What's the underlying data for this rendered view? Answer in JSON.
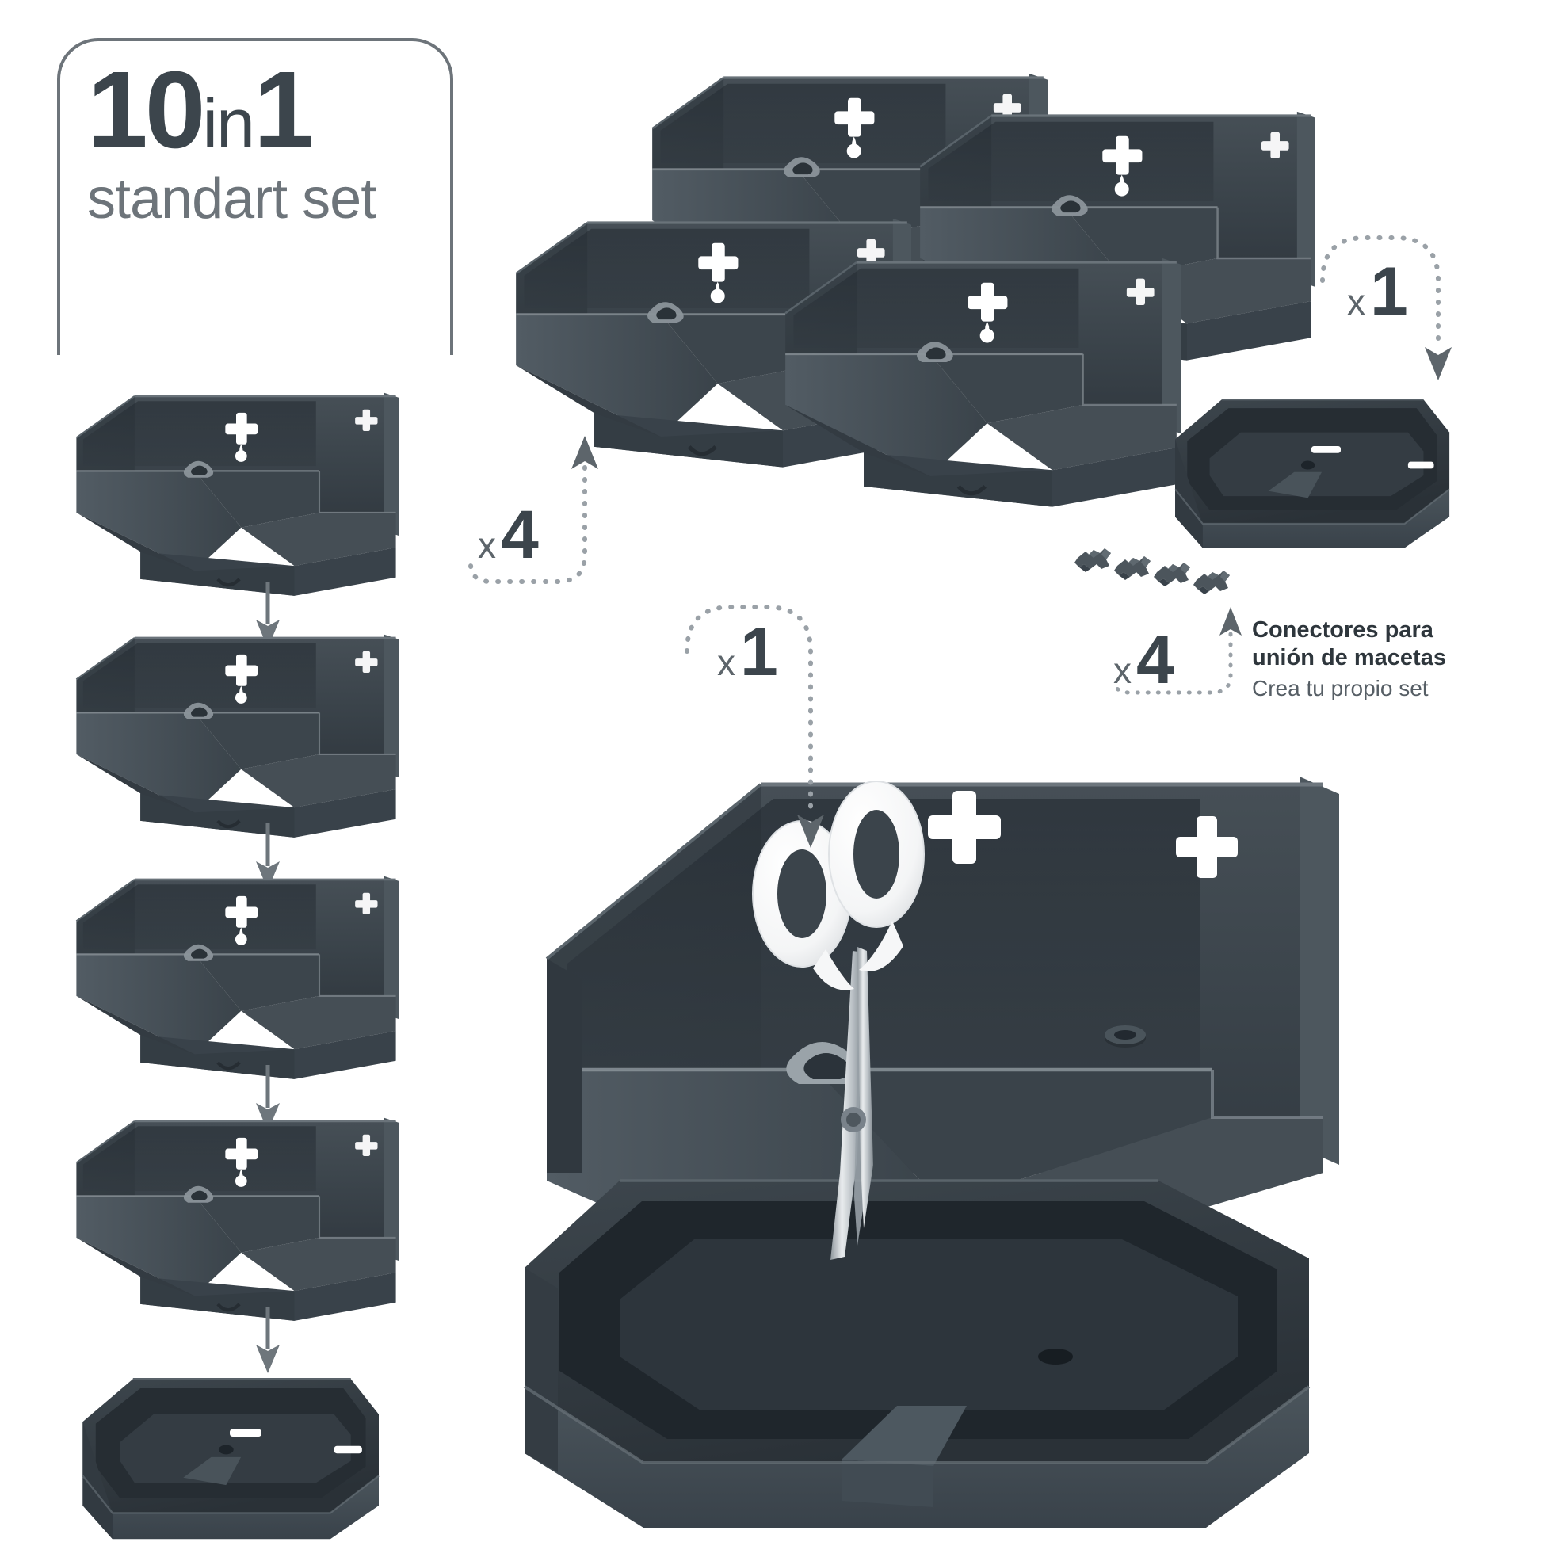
{
  "badge": {
    "number": "10",
    "separator": "in",
    "number2": "1",
    "subtitle": "standart set"
  },
  "callouts": {
    "planters_group": {
      "multiplier_x": "x",
      "count": "4"
    },
    "tray_top_right": {
      "multiplier_x": "x",
      "count": "1"
    },
    "connectors": {
      "multiplier_x": "x",
      "count": "4"
    },
    "hero": {
      "multiplier_x": "x",
      "count": "1"
    }
  },
  "connector_note": {
    "line1": "Conectores para",
    "line2": "unión de macetas",
    "line3": "Crea tu propio set"
  },
  "colors": {
    "planter_dark": "#3a4349",
    "planter_face": "#3f484f",
    "planter_shadow": "#2c343a",
    "planter_highlight": "#515b62",
    "planter_inner": "#262d33",
    "title_dark": "#3c454c",
    "title_gray": "#6d747a",
    "arrow_gray": "#6e767c",
    "dotted_gray": "#9aa1a7",
    "scissor_white": "#fbfbfb",
    "scissor_blade": "#b9bec2",
    "background": "#ffffff"
  },
  "icon_markings": {
    "cross": "cross-hole-icon",
    "teardrop": "drip-hole-icon"
  },
  "items": {
    "left_stack_planters": 4,
    "left_stack_base_tray": 1,
    "top_group_planters": 4,
    "right_tray": 1,
    "connector_clips": 4,
    "hero_planter": 1,
    "hero_base": 1,
    "scissors": 1
  }
}
